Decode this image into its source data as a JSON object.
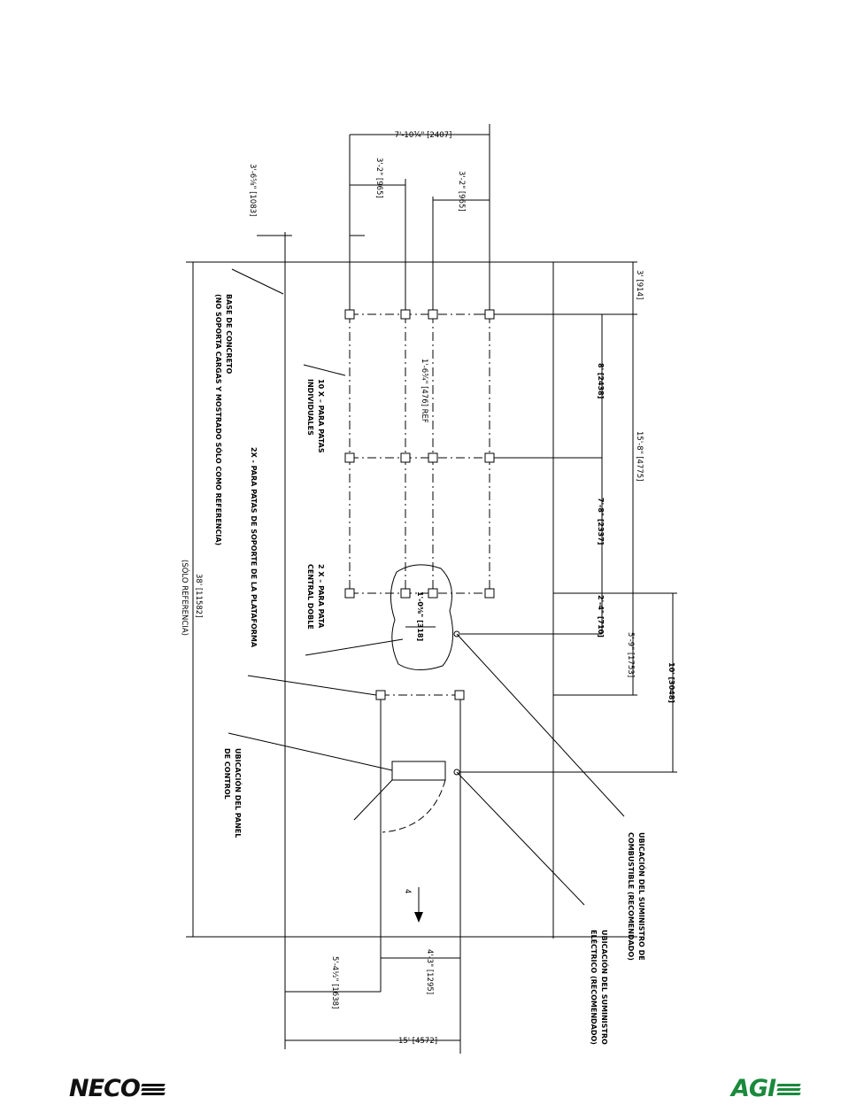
{
  "dimensions": {
    "top_overall": "7'-10¾\" [2407]",
    "top_left_offset": "3'-2\" [965]",
    "top_right_offset": "3'-2\" [965]",
    "slab_edge_offset": "3'-6⅝\" [1083]",
    "right_3ft": "3' [914]",
    "right_8ft": "8' [2438]",
    "right_15_8": "15'-8\" [4775]",
    "right_7_8": "7'-8\" [2337]",
    "right_2_4": "2'-4\" [710]",
    "right_5_9": "5'-9\" [1753]",
    "right_10ft": "10' [3048]",
    "center_ref": "1'-6¾\" [476] REF",
    "pad_dim": "1'-0⅜\" [318]",
    "overall_length": "38' [11582]",
    "overall_length_note": "(SÓLO REFERENCIA)",
    "bottom_4_3": "4'-3\" [1295]",
    "bottom_5_4": "5'-4½\" [1638]",
    "bottom_15ft": "15' [4572]"
  },
  "labels": {
    "concrete_base_1": "BASE DE CONCRETO",
    "concrete_base_2": "(NO SOPORTA CARGAS Y MOSTRADO SÓLO COMO REFERENCIA)",
    "individual_legs_1": "10 X – PARA PATAS",
    "individual_legs_2": "INDIVIDUALES",
    "platform_legs": "2X - PARA PATAS DE SOPORTE DE LA PLATAFORMA",
    "double_leg_1": "2 X – PARA PATA",
    "double_leg_2": "CENTRAL DOBLE",
    "control_panel_1": "UBICACIÓN DEL PANEL",
    "control_panel_2": "DE CONTROL",
    "fuel_supply_1": "UBICACIÓN DEL SUMINISTRO DE",
    "fuel_supply_2": "COMBUSTIBLE (RECOMENDADO)",
    "electric_supply_1": "UBICACIÓN DEL SUMINISTRO",
    "electric_supply_2": "ELÉCTRICO (RECOMENDADO)",
    "north_marker": "4"
  },
  "logos": {
    "neco": "NECO",
    "agi": "AGI",
    "agi_color": "#1a8a3c"
  }
}
